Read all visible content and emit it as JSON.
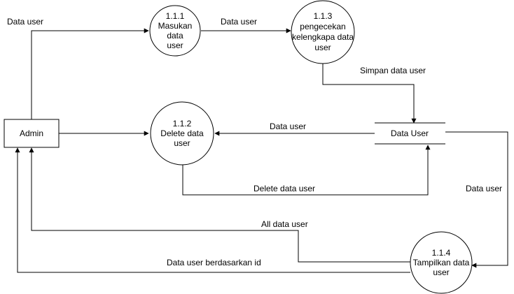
{
  "diagram": {
    "entities": {
      "admin": "Admin"
    },
    "datastores": {
      "data_user": "Data User"
    },
    "processes": {
      "p111": [
        "1.1.1",
        "Masukan",
        "data",
        "user"
      ],
      "p113": [
        "1.1.3",
        "pengecekan",
        "kelengkapa data",
        "user"
      ],
      "p112": [
        "1.1.2",
        "Delete data",
        "user"
      ],
      "p114": [
        "1.1.4",
        "Tampilkan data",
        "user"
      ]
    },
    "flows": {
      "admin_to_111": "Data user",
      "p111_to_113": "Data user",
      "p113_to_store": "Simpan data user",
      "store_to_112": "Data user",
      "p112_to_store": "Delete data user",
      "store_to_114": "Data user",
      "p114_to_admin_all": "All data user",
      "p114_to_admin_id": "Data user berdasarkan id"
    }
  }
}
